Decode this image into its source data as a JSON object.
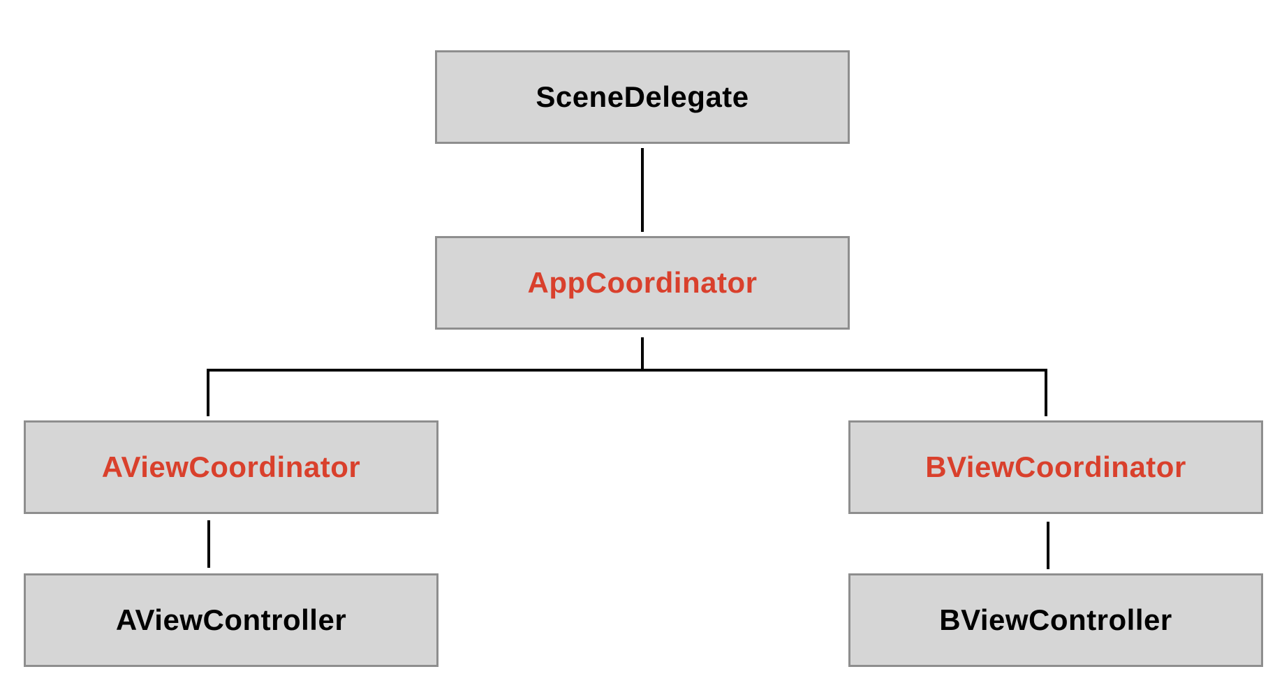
{
  "colors": {
    "background": "#FFFFFF",
    "node_fill": "#D6D6D6",
    "node_border": "#8E8E8E",
    "connector": "#000000",
    "coordinator_text": "#D9402C",
    "default_text": "#000000"
  },
  "nodes": {
    "sceneDelegate": {
      "label": "SceneDelegate",
      "emphasis": "black"
    },
    "appCoordinator": {
      "label": "AppCoordinator",
      "emphasis": "red"
    },
    "aViewCoordinator": {
      "label": "AViewCoordinator",
      "emphasis": "red"
    },
    "bViewCoordinator": {
      "label": "BViewCoordinator",
      "emphasis": "red"
    },
    "aViewController": {
      "label": "AViewController",
      "emphasis": "black"
    },
    "bViewController": {
      "label": "BViewController",
      "emphasis": "black"
    }
  },
  "edges": [
    {
      "from": "SceneDelegate",
      "to": "AppCoordinator"
    },
    {
      "from": "AppCoordinator",
      "to": "AViewCoordinator"
    },
    {
      "from": "AppCoordinator",
      "to": "BViewCoordinator"
    },
    {
      "from": "AViewCoordinator",
      "to": "AViewController"
    },
    {
      "from": "BViewCoordinator",
      "to": "BViewController"
    }
  ]
}
